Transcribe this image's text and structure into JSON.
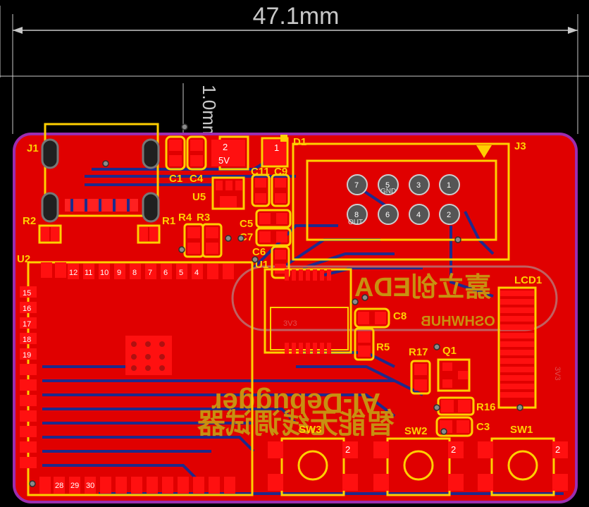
{
  "dimensions": {
    "width_label": "47.1mm",
    "height_label": "1.0mm"
  },
  "colors": {
    "background": "#000000",
    "board_fill": "#e00000",
    "board_outline": "#9c2db0",
    "silkscreen": "#ffd000",
    "bottom_copper": "#1e2a8c",
    "pad": "#ff0000",
    "logo": "#c89010"
  },
  "designators": {
    "j1": "J1",
    "j3": "J3",
    "r1": "R1",
    "r2": "R2",
    "r3": "R3",
    "r4": "R4",
    "r5": "R5",
    "r16": "R16",
    "r17": "R17",
    "c1": "C1",
    "c3": "C3",
    "c4": "C4",
    "c5": "C5",
    "c6": "C6",
    "c7": "C7",
    "c8": "C8",
    "c11": "C11",
    "c9": "C9",
    "u1": "U1",
    "u2": "U2",
    "u5": "U5",
    "d1": "D1",
    "q1": "Q1",
    "lcd1": "LCD1",
    "sw1": "SW1",
    "sw2": "SW2",
    "sw3": "SW3"
  },
  "pad_labels": {
    "regulator_pin": "2",
    "regulator_net": "5V",
    "diode_pin": "1",
    "sw_pin": "2",
    "j3_pin_gnd": "GND",
    "j3_pin_out": "OUT"
  },
  "u2_top_pins": [
    "12",
    "11",
    "10",
    "9",
    "8",
    "7",
    "6",
    "5",
    "4"
  ],
  "u2_side_pins": [
    "15",
    "16",
    "17",
    "18",
    "19"
  ],
  "u2_bottom_pins": [
    "28",
    "29",
    "30"
  ],
  "j3_top_numbers": [
    "7",
    "5",
    "3",
    "1"
  ],
  "j3_bottom_numbers": [
    "8",
    "6",
    "4",
    "2"
  ],
  "logo": {
    "brand": "嘉立创EDA",
    "brand_sub": "OSHWHUB",
    "product": "AI-Debugger",
    "product_cn": "智能无线调试器"
  },
  "net_labels": {
    "v3a": "3V3",
    "v3b": "3V3"
  }
}
